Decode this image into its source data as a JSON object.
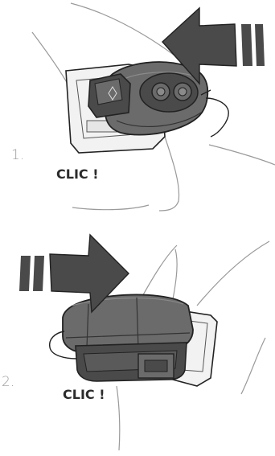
{
  "steps": [
    {
      "number": "1.",
      "caption": "CLIC !"
    },
    {
      "number": "2.",
      "caption": "CLIC !"
    }
  ],
  "colors": {
    "device_dark": "#4a4a4a",
    "device_mid": "#6b6b6b",
    "device_light": "#8a8a8a",
    "mount_plate": "#f2f2f2",
    "arrow": "#4a4a4a",
    "outline": "#222222",
    "helmet_line": "#9a9a9a"
  },
  "icons": [
    "arrow-left-icon",
    "arrow-right-icon",
    "lamp-device-icon",
    "helmet-mount-icon"
  ]
}
